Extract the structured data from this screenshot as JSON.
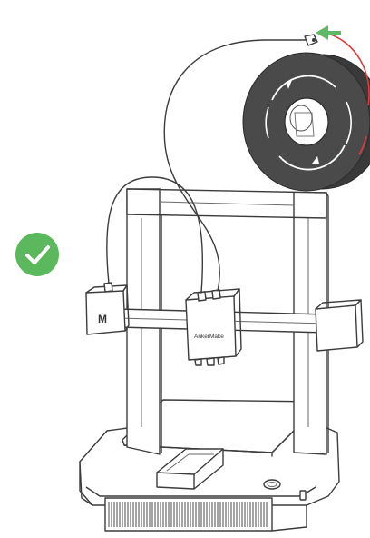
{
  "illustration": {
    "status": "correct",
    "check_color": "#5cb85c",
    "arrow_color": "#5fb865",
    "rotation_arc_color": "#e03a3a",
    "spool_color": "#4a4a4a",
    "printhead_label": "AnkerMake",
    "controller_label": "M"
  }
}
